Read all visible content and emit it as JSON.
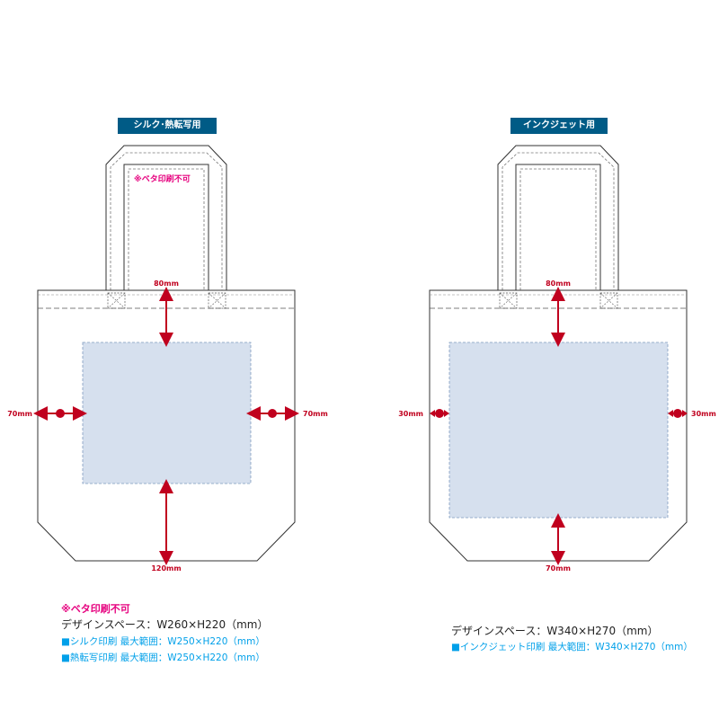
{
  "colors": {
    "badge": "#005b86",
    "design_area": "#d6e0ee",
    "arrow": "#c0001e",
    "magenta": "#e6007e",
    "cyan": "#00a0e9"
  },
  "left_bag": {
    "badge": "シルク･熱転写用",
    "no_solid_print": "※ベタ印刷不可",
    "top_dim": "80mm",
    "left_dim": "70mm",
    "right_dim": "70mm",
    "bottom_dim": "120mm",
    "notes": {
      "warning": "※ベタ印刷不可",
      "design_space": "デザインスペース：W260×H220（mm）",
      "silk": "■シルク印刷 最大範囲：W250×H220（mm）",
      "heat": "■熱転写印刷 最大範囲：W250×H220（mm）"
    }
  },
  "right_bag": {
    "badge": "インクジェット用",
    "top_dim": "80mm",
    "left_dim": "30mm",
    "right_dim": "30mm",
    "bottom_dim": "70mm",
    "notes": {
      "design_space": "デザインスペース：W340×H270（mm）",
      "inkjet": "■インクジェット印刷 最大範囲：W340×H270（mm）"
    }
  }
}
